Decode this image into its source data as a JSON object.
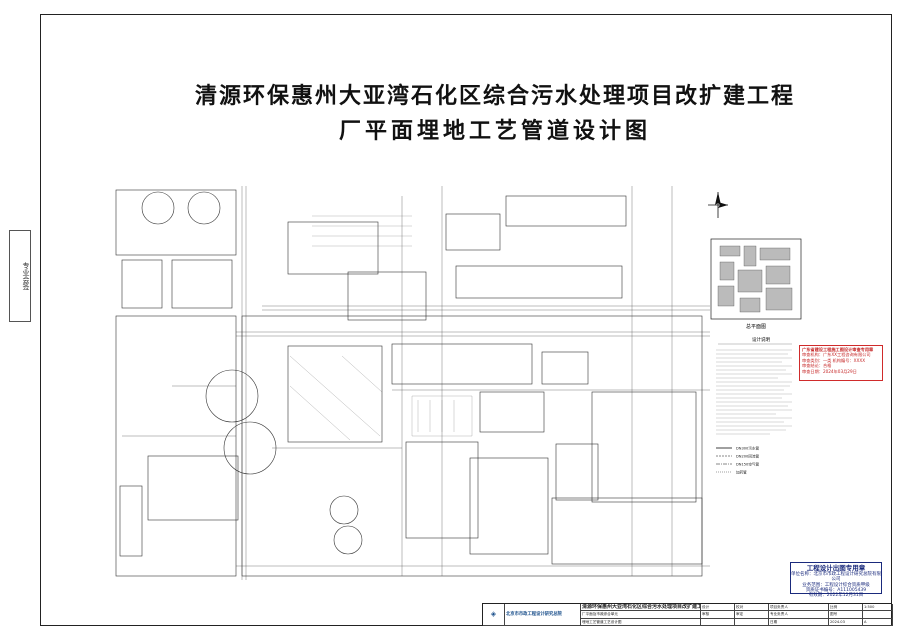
{
  "title": {
    "line1": "清源环保惠州大亚湾石化区综合污水处理项目改扩建工程",
    "line2": "厂平面埋地工艺管道设计图"
  },
  "left_tag": "专业会签",
  "inset_map": {
    "label": "总平面图"
  },
  "review_stamp": {
    "title": "广东省建设工程施工图设计审查专用章",
    "lines": [
      "审查机构：广东XX工程咨询有限公司",
      "审查类别：一类  机构编号：XXXX",
      "审查结论：合格",
      "审查日期：2024年03月29日"
    ]
  },
  "notes": {
    "heading": "设计说明",
    "legend": [
      {
        "label": "DN300污水管"
      },
      {
        "label": "DN200回流管"
      },
      {
        "label": "DN150空气管"
      },
      {
        "label": "加药管"
      }
    ]
  },
  "seal": {
    "title": "工程设计出图专用章",
    "lines": [
      "单位名称：北京市市政工程设计研究总院有限公司",
      "业务范围：工程设计综合资质甲级",
      "资质证书编号：A111005439",
      "有效期：2022年12月31日"
    ]
  },
  "title_block": {
    "org": "北京市市政工程设计研究总院",
    "project": "清源环保惠州大亚湾石化区综合污水处理项目改扩建工程",
    "sub1": "厂平面及市政综合单元",
    "sub2": "埋地工艺管道工艺设计图",
    "cells": [
      "设计",
      "校对",
      "审核",
      "审定",
      "项目负责人",
      "专业负责人",
      "比例",
      "1:500",
      "图号",
      "日期",
      "2024.03",
      "版本",
      "A"
    ]
  },
  "colors": {
    "line": "#222222",
    "stamp_red": "#c62828",
    "seal_blue": "#1a2a7c"
  }
}
